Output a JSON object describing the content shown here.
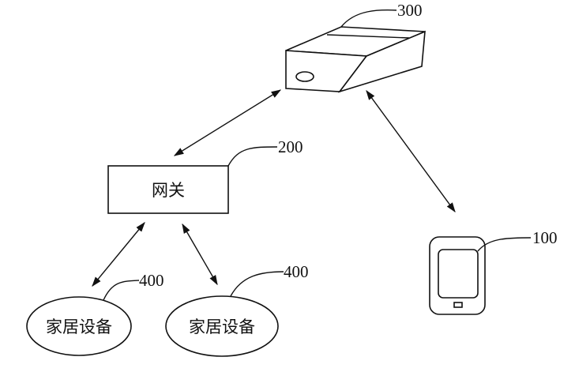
{
  "nodes": {
    "gateway": {
      "text": "网关",
      "ref": "200"
    },
    "server": {
      "ref": "300"
    },
    "phone": {
      "ref": "100"
    },
    "device_left": {
      "text": "家居设备",
      "ref": "400"
    },
    "device_right": {
      "text": "家居设备",
      "ref": "400"
    }
  },
  "colors": {
    "stroke": "#111111",
    "background": "#ffffff"
  }
}
